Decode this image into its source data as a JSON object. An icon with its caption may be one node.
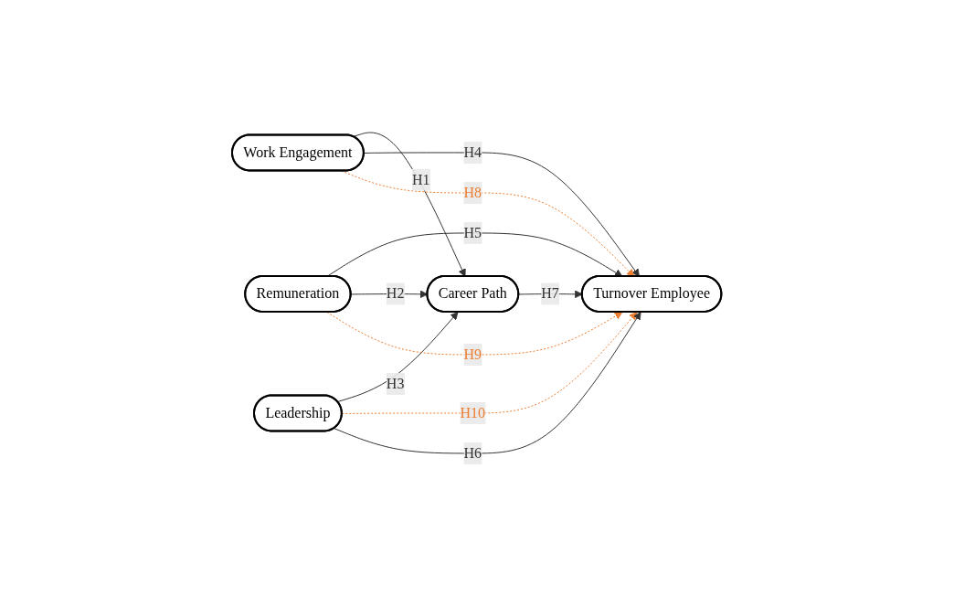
{
  "diagram": {
    "nodes": [
      {
        "text": [
          "Work Engagement"
        ]
      },
      {
        "text": [
          "Remuneration"
        ]
      },
      {
        "text": [
          "Career Path"
        ]
      },
      {
        "text": [
          "Turnover Employee"
        ]
      },
      {
        "text": [
          "Leadership"
        ]
      }
    ],
    "edges": [
      {
        "from": 1,
        "to": 3,
        "arrow": "to",
        "label": "H5"
      },
      {
        "from": 0,
        "to": 2,
        "arrow": "to",
        "label": "H1"
      },
      {
        "from": 0,
        "to": 3,
        "arrow": "to",
        "label": "H4"
      },
      {
        "from": 0,
        "to": 3,
        "arrow": "to",
        "label": "H8",
        "style": "dashed",
        "color": "#ed7d31"
      },
      {
        "from": 1,
        "to": 2,
        "arrow": "to",
        "label": "H2"
      },
      {
        "from": 2,
        "to": 3,
        "arrow": "to",
        "label": "H7"
      },
      {
        "from": 4,
        "to": 2,
        "arrow": "to",
        "label": "H3"
      },
      {
        "from": 4,
        "to": 3,
        "arrow": "to",
        "label": "H10",
        "style": "dashed",
        "color": "#ed7d31"
      },
      {
        "from": 4,
        "to": 3,
        "arrow": "to",
        "label": "H6"
      },
      {
        "from": 1,
        "to": 3,
        "arrow": "to",
        "label": "H9",
        "style": "dashed",
        "color": "#ed7d31"
      }
    ]
  }
}
